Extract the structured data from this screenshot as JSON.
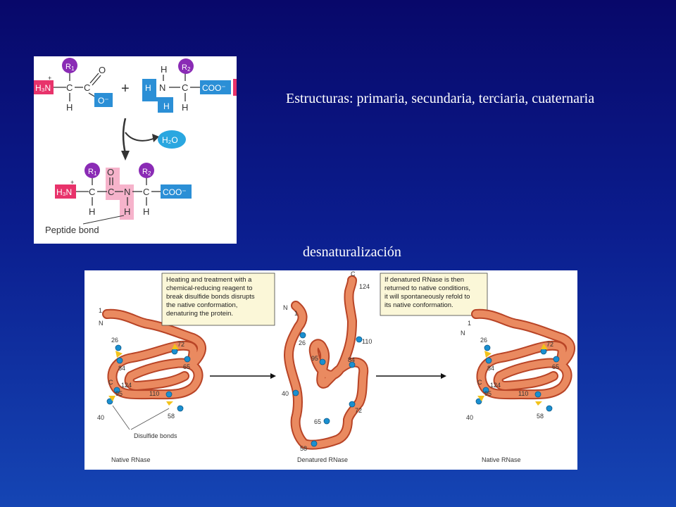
{
  "slide": {
    "heading": "Estructuras: primaria, secundaria, terciaria, cuaternaria",
    "caption": "desnaturalización"
  },
  "peptide_figure": {
    "r1": "R",
    "r1_sub": "1",
    "r2": "R",
    "r2_sub": "2",
    "amino_group": "H₃N",
    "plus": "+",
    "carboxylate": "COO⁻",
    "oxygen": "O",
    "o_minus": "O⁻",
    "hydrogen": "H",
    "carbon": "C",
    "nitrogen": "N",
    "water": "H₂O",
    "peptide_bond_label": "Peptide bond",
    "colors": {
      "purple": "#8a2bb5",
      "pink": "#e8336b",
      "blue": "#2b8fd6",
      "light_pink": "#f6b3cb",
      "water": "#2aa7e0"
    }
  },
  "rnase_figure": {
    "box1": [
      "Heating and treatment with a",
      "chemical-reducing reagent to",
      "break disulfide bonds disrupts",
      "the native conformation,",
      "denaturing the protein."
    ],
    "box2": [
      "If denatured RNase is then",
      "returned to native conditions,",
      "it will spontaneously refold to",
      "its native conformation."
    ],
    "native_label": "Native RNase",
    "denatured_label": "Denatured RNase",
    "disulfide_label": "Disulfide bonds",
    "terminus_n": "N",
    "terminus_c": "C",
    "native_residues": [
      "1",
      "26",
      "72",
      "84",
      "65",
      "124",
      "95",
      "110",
      "40",
      "58"
    ],
    "denatured_residues": [
      "124",
      "1",
      "26",
      "110",
      "95",
      "84",
      "40",
      "72",
      "65",
      "58"
    ],
    "colors": {
      "chain": "#e87a4e",
      "chain_dark": "#c24a2a",
      "cys": "#1a8fd0",
      "box": "#fbf7d8",
      "bond": "#f2c21a"
    }
  }
}
